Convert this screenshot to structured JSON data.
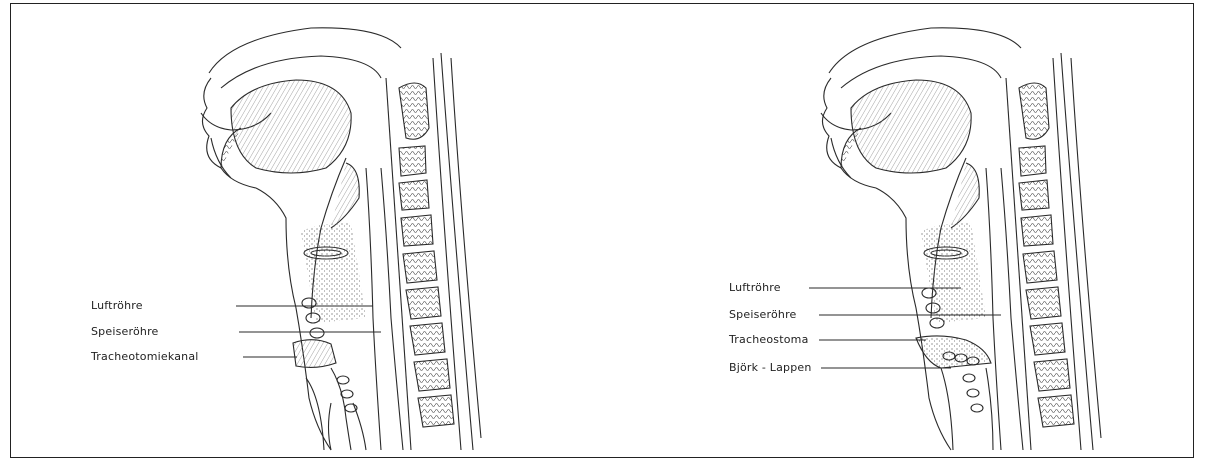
{
  "diagrams": [
    {
      "labels": [
        "Luftröhre",
        "Speiseröhre",
        "Tracheotomiekanal"
      ]
    },
    {
      "labels": [
        "Luftröhre",
        "Speiseröhre",
        "Tracheostoma",
        "Björk - Lappen"
      ]
    }
  ],
  "colors": {
    "line": "#2a2a2a",
    "stipple": "#555555",
    "frame": "#222222"
  }
}
